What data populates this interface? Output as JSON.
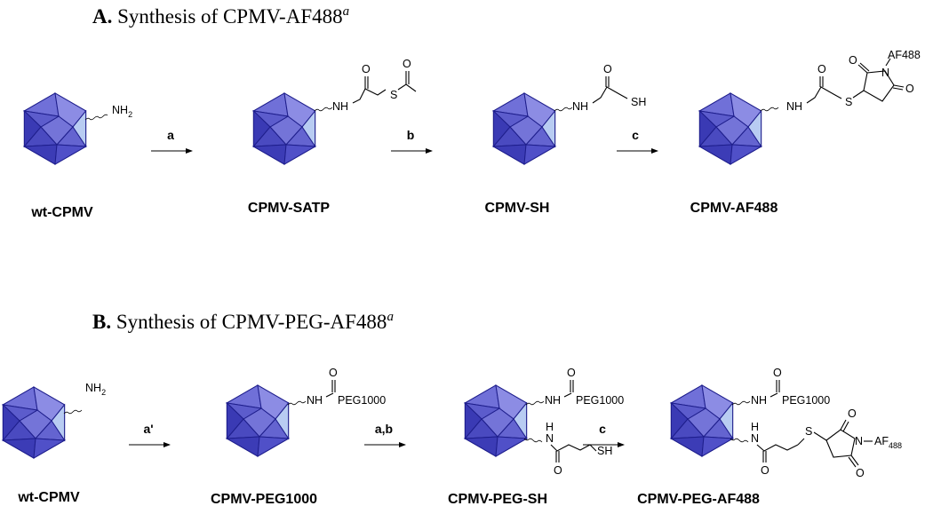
{
  "section_a": {
    "title_bold": "A.",
    "title_text": " Synthesis of CPMV-AF488",
    "title_sup": "a",
    "compounds": [
      "wt-CPMV",
      "CPMV-SATP",
      "CPMV-SH",
      "CPMV-AF488"
    ],
    "reagents": [
      "a",
      "b",
      "c"
    ]
  },
  "section_b": {
    "title_bold": "B.",
    "title_text": " Synthesis of CPMV-PEG-AF488",
    "title_sup": "a",
    "compounds": [
      "wt-CPMV",
      "CPMV-PEG1000",
      "CPMV-PEG-SH",
      "CPMV-PEG-AF488"
    ],
    "reagents": [
      "a'",
      "a,b",
      "c"
    ]
  },
  "atoms": {
    "nh2": "NH",
    "nh2_sub": "2",
    "nh": "NH",
    "o": "O",
    "s": "S",
    "sh": "SH",
    "n": "N",
    "h": "H",
    "af488": "AF488",
    "af_label": "AF",
    "af_sub": "488",
    "peg1000": "PEG1000"
  },
  "colors": {
    "face_dark": "#3a3ab4",
    "face_mid": "#5a5ad0",
    "face_light": "#8c8ce4",
    "face_highlight": "#b8ccf2",
    "edge": "#1e1e8c"
  }
}
